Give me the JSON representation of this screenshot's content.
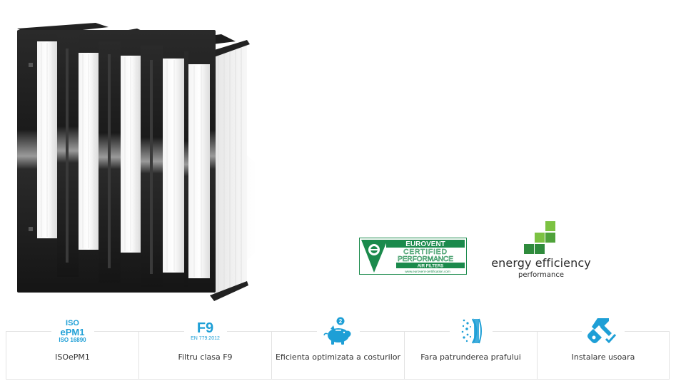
{
  "logos": {
    "eurovent": {
      "line1": "EUROVENT",
      "line2": "CERTIFIED",
      "line3": "PERFORMANCE",
      "line4": "AIR FILTERS",
      "line5": "www.eurovent-certification.com"
    },
    "energy": {
      "title": "energy efficiency",
      "subtitle": "performance"
    }
  },
  "features": [
    {
      "icon": "iso-epm1-badge",
      "badge": {
        "line1": "ISO",
        "line2": "ePM1",
        "line3": "ISO 16890"
      },
      "label": "ISOePM1"
    },
    {
      "icon": "f9-badge",
      "badge": {
        "line1": "F9",
        "line2": "EN 779:2012"
      },
      "label": "Filtru clasa F9"
    },
    {
      "icon": "piggy-bank-icon",
      "badge": {
        "line1": "2"
      },
      "label": "Eficienta optimizata a costurilor"
    },
    {
      "icon": "dust-barrier-icon",
      "label": "Fara patrunderea prafului"
    },
    {
      "icon": "install-tools-icon",
      "label": "Instalare usoara"
    }
  ],
  "colors": {
    "accent_blue": "#1e9fd6",
    "eurovent_green": "#1b8a4c",
    "energy_green_light": "#7cc242",
    "energy_green_dark": "#2f8b3c",
    "frame_black": "#1a1a1a"
  }
}
